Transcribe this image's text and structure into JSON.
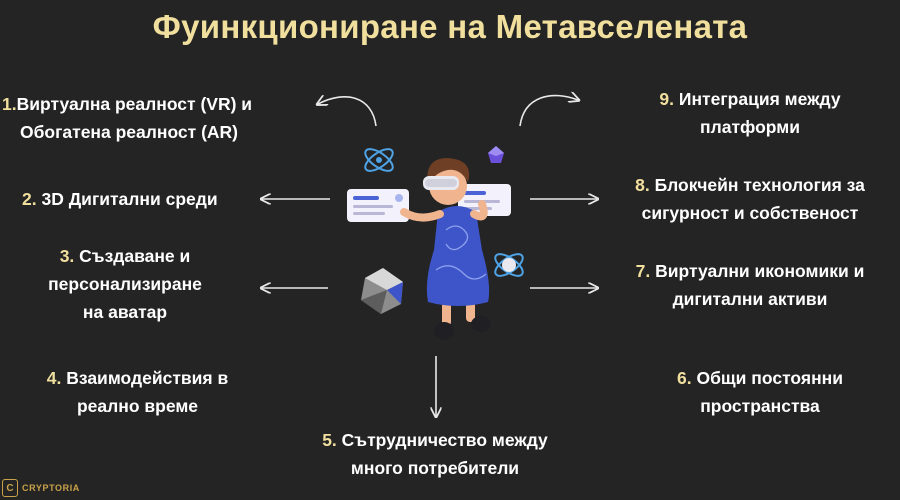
{
  "title": "Фуинкциониране на Метавселената",
  "items": [
    {
      "num": "1.",
      "lines": [
        "Виртуална реалност (VR) и",
        "Обогатена реалност (AR)"
      ]
    },
    {
      "num": "2.",
      "lines": [
        "3D Дигитални среди"
      ]
    },
    {
      "num": "3.",
      "lines": [
        "Създаване и",
        "персонализиране",
        "на аватар"
      ]
    },
    {
      "num": "4.",
      "lines": [
        "Взаимодействия в",
        "реално време"
      ]
    },
    {
      "num": "5.",
      "lines": [
        "Сътрудничество между",
        "много потребители"
      ]
    },
    {
      "num": "6.",
      "lines": [
        "Общи постоянни",
        "пространства"
      ]
    },
    {
      "num": "7.",
      "lines": [
        "Виртуални икономики и",
        "дигитални активи"
      ]
    },
    {
      "num": "8.",
      "lines": [
        "Блокчейн технология за",
        "сигурност и собственост"
      ]
    },
    {
      "num": "9.",
      "lines": [
        "Интеграция между",
        "платформи"
      ]
    }
  ],
  "logo": {
    "text": "CRYPTORIA",
    "badge": "C"
  },
  "colors": {
    "background": "#242424",
    "accent": "#f1df9e",
    "text": "#ffffff",
    "avatar_dress": "#3d55c8"
  }
}
